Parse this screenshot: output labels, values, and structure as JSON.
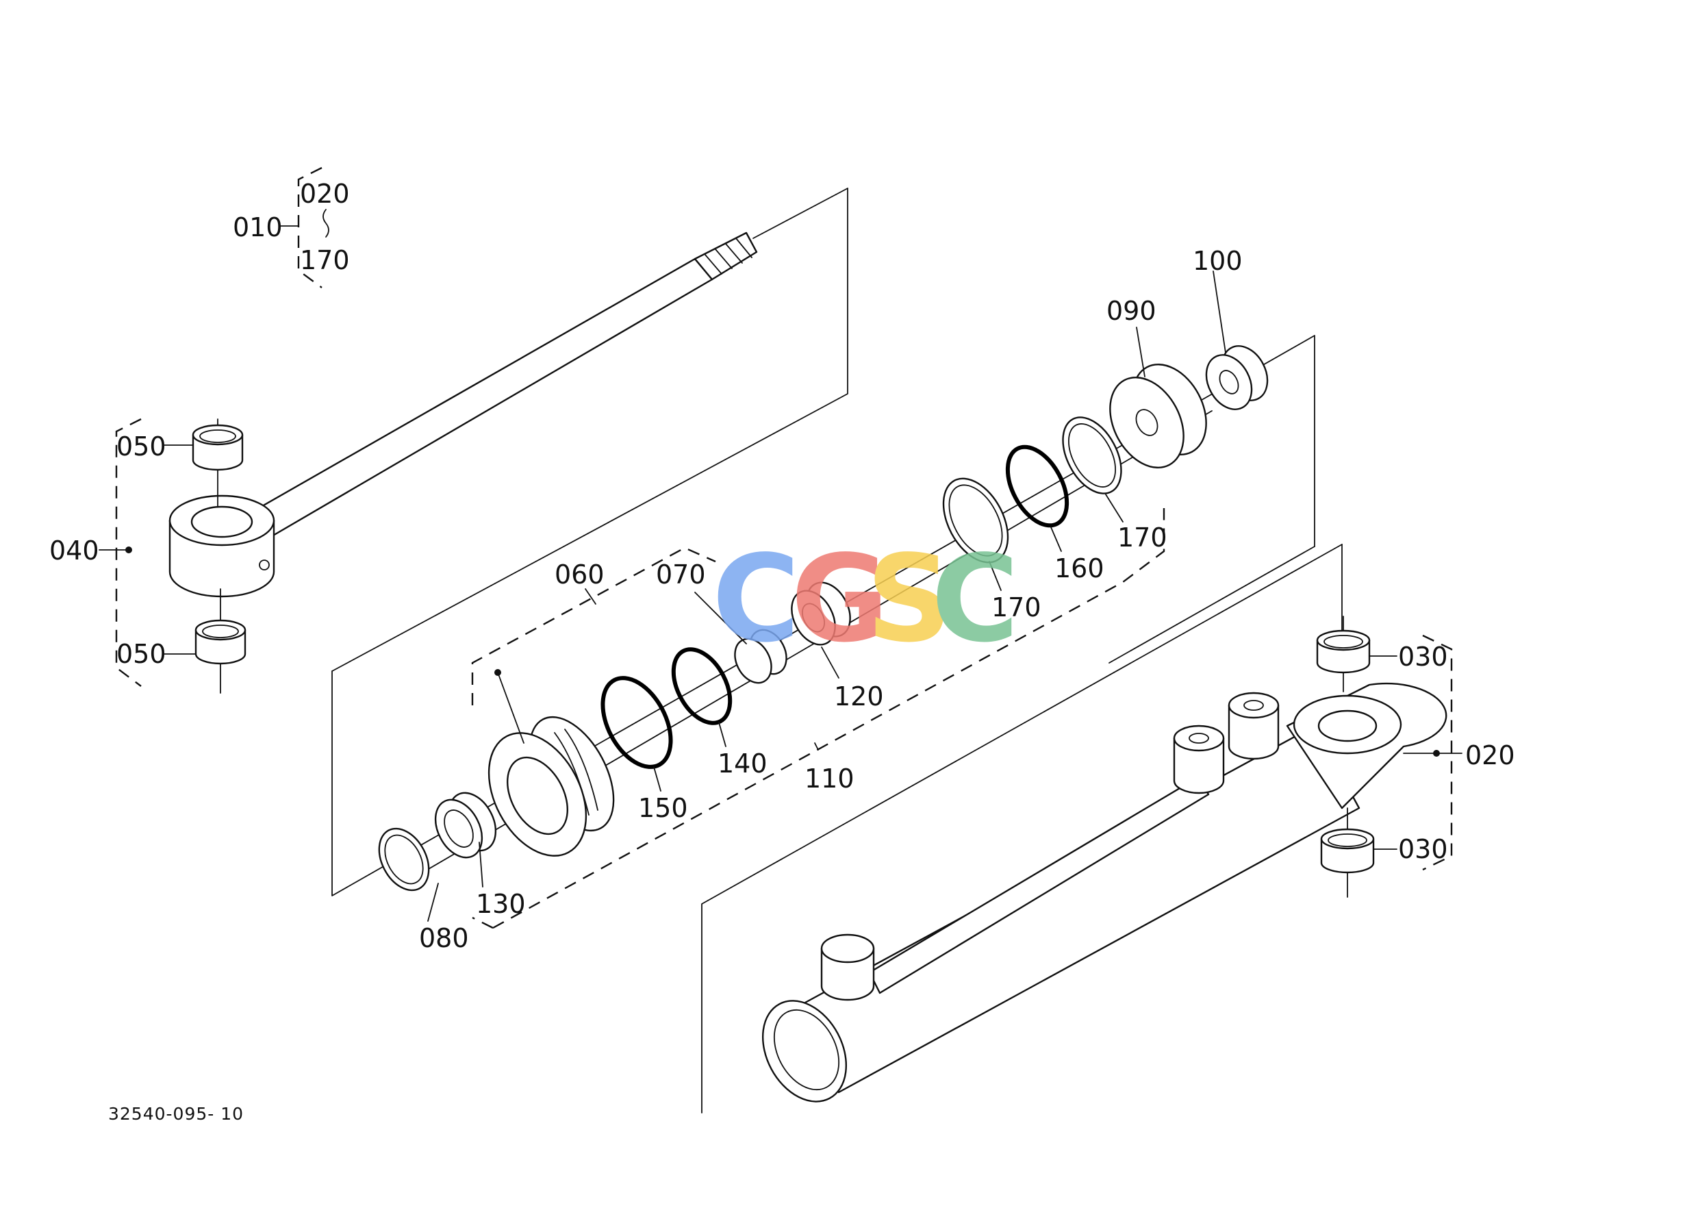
{
  "document_number": "32540-095- 10",
  "watermark": {
    "letters": [
      "C",
      "G",
      "S",
      "C"
    ],
    "colors": [
      "#7aa7f0",
      "#ee7a72",
      "#f7cf52",
      "#78c393"
    ]
  },
  "group_010": {
    "code": "010",
    "range_start": "020",
    "range_symbol": "~",
    "range_end": "170"
  },
  "callouts": {
    "c020": "020",
    "c030a": "030",
    "c030b": "030",
    "c040": "040",
    "c050a": "050",
    "c050b": "050",
    "c060": "060",
    "c070": "070",
    "c080": "080",
    "c090": "090",
    "c100": "100",
    "c110": "110",
    "c120": "120",
    "c130": "130",
    "c140": "140",
    "c150": "150",
    "c160": "160",
    "c170a": "170",
    "c170b": "170"
  }
}
